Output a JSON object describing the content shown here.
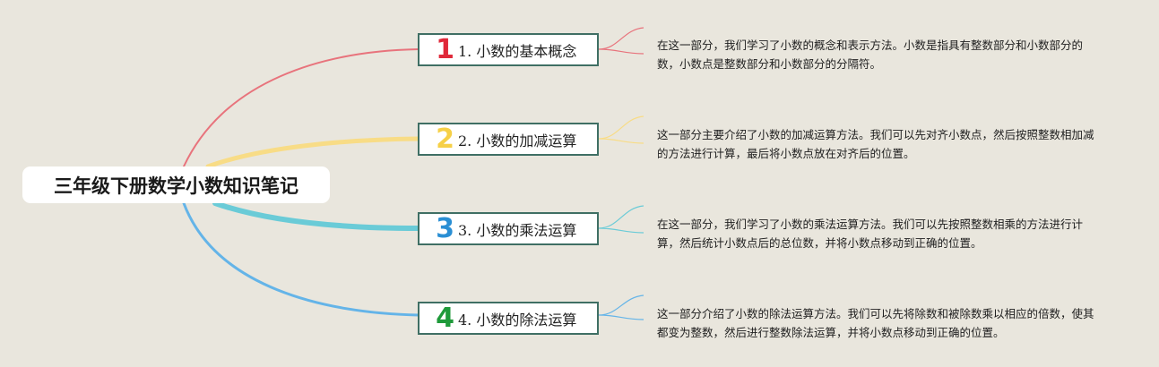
{
  "root": {
    "title": "三年级下册数学小数知识笔记"
  },
  "branches": [
    {
      "number": "1",
      "label": "1. 小数的基本概念",
      "color": "#e8737c",
      "numColor": "#e0293a",
      "description": "在这一部分，我们学习了小数的概念和表示方法。小数是指具有整数部分和小数部分的数，小数点是整数部分和小数部分的分隔符。"
    },
    {
      "number": "2",
      "label": "2. 小数的加减运算",
      "color": "#f8dc86",
      "numColor": "#f6d047",
      "description": "这一部分主要介绍了小数的加减运算方法。我们可以先对齐小数点，然后按照整数相加减的方法进行计算，最后将小数点放在对齐后的位置。"
    },
    {
      "number": "3",
      "label": "3. 小数的乘法运算",
      "color": "#6acbd7",
      "numColor": "#2a8fd4",
      "description": "在这一部分，我们学习了小数的乘法运算方法。我们可以先按照整数相乘的方法进行计算，然后统计小数点后的总位数，并将小数点移动到正确的位置。"
    },
    {
      "number": "4",
      "label": "4. 小数的除法运算",
      "color": "#64b4e8",
      "numColor": "#1f9a3a",
      "description": "这一部分介绍了小数的除法运算方法。我们可以先将除数和被除数乘以相应的倍数，使其都变为整数，然后进行整数除法运算，并将小数点移动到正确的位置。"
    }
  ]
}
